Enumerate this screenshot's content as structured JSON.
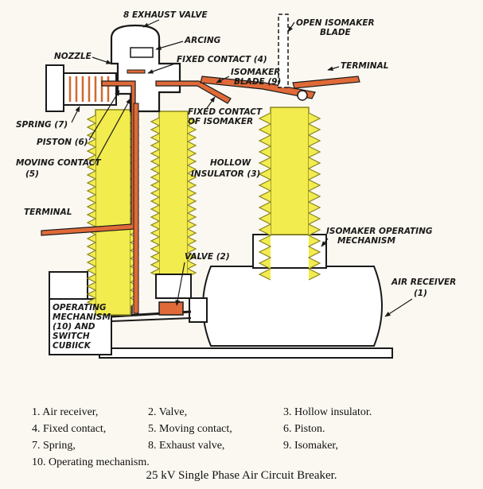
{
  "labels": {
    "exhaust_valve": "8 EXHAUST VALVE",
    "open_isomaker_line1": "OPEN ISOMAKER",
    "open_isomaker_line2": "BLADE",
    "arcing": "ARCING",
    "nozzle": "NOZZLE",
    "fixed_contact": "FIXED CONTACT (4)",
    "terminal_right": "TERMINAL",
    "isomaker_blade_line1": "ISOMAKER",
    "isomaker_blade_line2": "BLADE (9)",
    "fixed_contact_iso_line1": "FIXED CONTACT",
    "fixed_contact_iso_line2": "OF ISOMAKER",
    "spring": "SPRING (7)",
    "piston": "PISTON (6)",
    "moving_contact_line1": "MOVING CONTACT",
    "moving_contact_line2": "(5)",
    "hollow_insulator_line1": "HOLLOW",
    "hollow_insulator_line2": "INSULATOR (3)",
    "terminal_left": "TERMINAL",
    "isomaker_mech_line1": "ISOMAKER OPERATING",
    "isomaker_mech_line2": "MECHANISM",
    "valve": "VALVE (2)",
    "air_receiver_line1": "AIR RECEIVER",
    "air_receiver_line2": "(1)",
    "operating_mech_lines": [
      "OPERATING",
      "MECHANISM",
      "(10) AND",
      "SWITCH",
      "CUBIICK"
    ]
  },
  "legend": [
    [
      "1. Air receiver,",
      "2. Valve,",
      "3. Hollow insulator."
    ],
    [
      "4. Fixed contact,",
      "5. Moving contact,",
      "6. Piston."
    ],
    [
      "7. Spring,",
      "8. Exhaust valve,",
      "9. Isomaker,"
    ],
    [
      "10. Operating mechanism.",
      "",
      ""
    ]
  ],
  "caption": "25 kV Single Phase Air Circuit Breaker.",
  "colors": {
    "insulator": "#f2ec4e",
    "insulator_stroke": "#8a8420",
    "conductor": "#e06a38",
    "line": "#1a1a1a",
    "background": "#fbf8f1"
  }
}
